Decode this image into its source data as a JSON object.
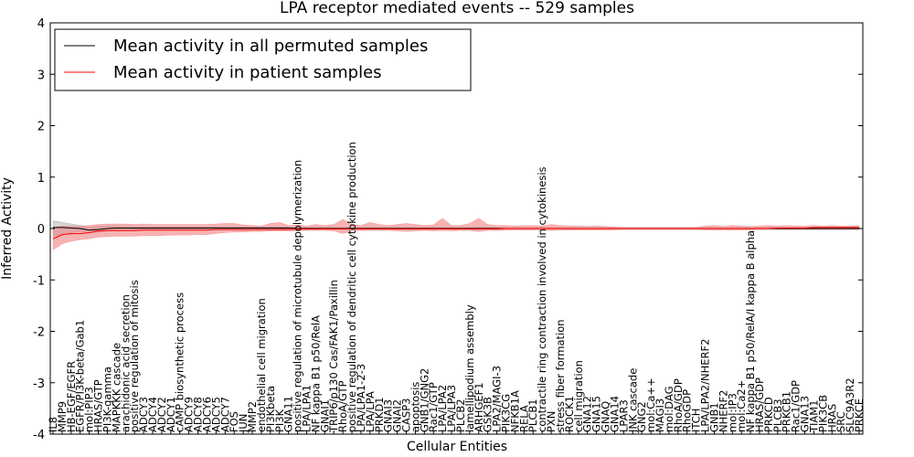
{
  "chart_data": {
    "type": "line",
    "title": "LPA receptor mediated events -- 529 samples",
    "xlabel": "Cellular Entities",
    "ylabel": "Inferred Activity",
    "ylim": [
      -4,
      4
    ],
    "yticks": [
      -4,
      -3,
      -2,
      -1,
      0,
      1,
      2,
      3,
      4
    ],
    "grid": false,
    "legend": {
      "placement": "top-left",
      "entries": [
        {
          "label": "Mean activity in all permuted samples",
          "color": "#000000"
        },
        {
          "label": "Mean activity in patient samples",
          "color": "#ff0000"
        }
      ]
    },
    "colors": {
      "patient": "#ff0000",
      "patient_band": "#f08080",
      "permuted": "#000000",
      "permuted_band": "#bbbbbb"
    },
    "categories": [
      "IL8",
      "MMP9",
      "HB-EGF/EGFR",
      "EGFR/PI3K-beta/Gab1",
      "mol:PIP3",
      "HRAS/GTP",
      "PI3K-gamma",
      "MAPKKK cascade",
      "arachidonic acid secretion",
      "positive regulation of mitosis",
      "ADCY3",
      "ADCY4",
      "ADCY2",
      "ADCY1",
      "cAMP biosynthetic process",
      "ADCY9",
      "ADCY8",
      "ADCY6",
      "ADCY5",
      "ADCY7",
      "FOS",
      "JUN",
      "MMP2",
      "endothelial cell migration",
      "PI3Kbeta",
      "PI3K",
      "GNA11",
      "positive regulation of microtubule depolymerization",
      "LPA/LPA1",
      "NF kappa B1 p50/RelA",
      "GNAI1",
      "TRIP6/p130 Cas/FAK1/Paxillin",
      "RhoA/GTP",
      "positive regulation of dendritic cell cytokine production",
      "LPA/LPA1-2-3",
      "LPA/LPA",
      "PRKD1",
      "GNAI3",
      "GNAI2",
      "CASP3",
      "apoptosis",
      "GNB1/GNG2",
      "Rac1/GTP",
      "LPA/LPA2",
      "LPA/LPA3",
      "PLCB2",
      "lamellipodium assembly",
      "ARHGEF1",
      "GSK3B",
      "LPA2/MAGI-3",
      "PIK3CG",
      "NFKB1A",
      "RELA",
      "PLCB1",
      "contractile ring contraction involved in cytokinesis",
      "PXN",
      "stress fiber formation",
      "ROCK1",
      "cell migration",
      "GNA12",
      "GNA15",
      "GNAQ",
      "GNA14",
      "LPAR3",
      "JNK cascade",
      "GNG2",
      "mol:Ca++",
      "MAGI3",
      "mol:DAG",
      "RhoA/GDP",
      "RhoGDP",
      "ITCH",
      "LPA/LPA2/NHERF2",
      "GNB1",
      "NHERF2",
      "mol:IP3",
      "mol:Ca2+",
      "NF kappa B1 p50/RelA/I kappa B alpha",
      "HRAS/GDP",
      "PRKCD",
      "PLCB3",
      "PRKCB1",
      "Rac1/GDP",
      "GNA13",
      "TIAM1",
      "PIK3CB",
      "HRAS",
      "SRC",
      "SLC9A3R2",
      "PRKCE"
    ],
    "series": [
      {
        "name": "Mean activity in all permuted samples",
        "values": [
          0.02,
          0.02,
          0.01,
          0.0,
          -0.03,
          -0.02,
          0.0,
          0.01,
          0.01,
          0.01,
          0.01,
          0.01,
          0.01,
          0.01,
          0.01,
          0.01,
          0.01,
          0.01,
          0.01,
          0.01,
          0.01,
          0.01,
          0.01,
          0.01,
          0.01,
          0.01,
          0.01,
          0.0,
          0.0,
          0.0,
          0.0,
          0.0,
          0.0,
          0.0,
          0.0,
          0.0,
          0.0,
          0.0,
          0.0,
          0.0,
          0.0,
          0.0,
          0.0,
          0.0,
          0.0,
          0.0,
          0.0,
          0.0,
          0.0,
          0.0,
          0.0,
          0.0,
          0.0,
          0.0,
          0.0,
          0.0,
          0.0,
          0.0,
          0.0,
          0.0,
          0.0,
          0.0,
          0.0,
          0.0,
          0.0,
          0.0,
          0.0,
          0.0,
          0.0,
          0.0,
          0.0,
          0.0,
          0.0,
          0.0,
          0.0,
          0.0,
          0.0,
          0.0,
          0.0,
          0.0,
          0.0,
          0.0,
          0.0,
          0.0,
          0.0,
          0.0,
          0.0,
          0.0,
          0.0,
          0.0
        ],
        "lower": [
          -0.15,
          -0.12,
          -0.08,
          -0.06,
          -0.08,
          -0.07,
          -0.05,
          -0.04,
          -0.03,
          -0.03,
          -0.02,
          -0.02,
          -0.02,
          -0.02,
          -0.02,
          -0.02,
          -0.02,
          -0.02,
          -0.02,
          -0.02,
          -0.02,
          -0.02,
          -0.02,
          -0.02,
          -0.02,
          -0.02,
          -0.02,
          -0.02,
          -0.02,
          -0.02,
          -0.02,
          -0.02,
          -0.02,
          -0.02,
          -0.02,
          -0.02,
          -0.02,
          -0.02,
          -0.02,
          -0.02,
          -0.02,
          -0.02,
          -0.02,
          -0.02,
          -0.02,
          -0.02,
          -0.02,
          -0.02,
          -0.02,
          -0.02,
          -0.02,
          -0.02,
          -0.02,
          -0.02,
          -0.02,
          -0.02,
          -0.02,
          -0.02,
          -0.02,
          -0.02,
          -0.02,
          -0.02,
          -0.02,
          -0.02,
          -0.02,
          -0.02,
          -0.02,
          -0.02,
          -0.02,
          -0.02,
          -0.02,
          -0.02,
          -0.02,
          -0.02,
          -0.02,
          -0.02,
          -0.02,
          -0.02,
          -0.02,
          -0.02,
          -0.02,
          -0.02,
          -0.02,
          -0.02,
          -0.02,
          -0.02,
          -0.02,
          -0.02,
          -0.02,
          -0.02
        ],
        "upper": [
          0.15,
          0.12,
          0.09,
          0.06,
          0.03,
          0.04,
          0.05,
          0.05,
          0.04,
          0.04,
          0.03,
          0.03,
          0.03,
          0.03,
          0.03,
          0.03,
          0.03,
          0.03,
          0.03,
          0.03,
          0.03,
          0.03,
          0.03,
          0.03,
          0.03,
          0.03,
          0.03,
          0.02,
          0.02,
          0.02,
          0.02,
          0.02,
          0.02,
          0.02,
          0.02,
          0.02,
          0.02,
          0.02,
          0.02,
          0.02,
          0.02,
          0.02,
          0.02,
          0.02,
          0.02,
          0.02,
          0.02,
          0.02,
          0.02,
          0.02,
          0.02,
          0.02,
          0.02,
          0.02,
          0.02,
          0.02,
          0.02,
          0.02,
          0.02,
          0.02,
          0.02,
          0.02,
          0.02,
          0.02,
          0.02,
          0.02,
          0.02,
          0.02,
          0.02,
          0.02,
          0.02,
          0.02,
          0.02,
          0.02,
          0.02,
          0.02,
          0.02,
          0.02,
          0.02,
          0.02,
          0.02,
          0.02,
          0.02,
          0.02,
          0.02,
          0.02,
          0.02,
          0.02,
          0.02,
          0.02
        ]
      },
      {
        "name": "Mean activity in patient samples",
        "values": [
          -0.2,
          -0.12,
          -0.1,
          -0.1,
          -0.08,
          -0.05,
          -0.04,
          -0.04,
          -0.04,
          -0.04,
          -0.03,
          -0.03,
          -0.03,
          -0.03,
          -0.03,
          -0.03,
          -0.03,
          -0.03,
          -0.02,
          -0.02,
          -0.02,
          -0.02,
          -0.02,
          -0.02,
          -0.02,
          -0.02,
          -0.02,
          -0.01,
          -0.01,
          -0.01,
          -0.01,
          -0.01,
          -0.01,
          -0.01,
          -0.01,
          -0.01,
          -0.01,
          -0.01,
          -0.01,
          -0.01,
          -0.01,
          -0.01,
          -0.01,
          -0.01,
          -0.01,
          -0.01,
          -0.01,
          -0.01,
          -0.01,
          -0.01,
          0.0,
          0.0,
          0.0,
          0.0,
          0.0,
          0.0,
          0.0,
          0.0,
          0.0,
          0.0,
          0.0,
          0.0,
          0.0,
          0.0,
          0.0,
          0.0,
          0.0,
          0.0,
          0.0,
          0.0,
          0.0,
          0.0,
          0.0,
          0.0,
          0.0,
          0.0,
          0.0,
          0.0,
          0.0,
          0.0,
          0.01,
          0.01,
          0.01,
          0.01,
          0.02,
          0.02,
          0.02,
          0.02,
          0.02,
          0.02
        ],
        "lower": [
          -0.42,
          -0.3,
          -0.25,
          -0.22,
          -0.2,
          -0.17,
          -0.16,
          -0.15,
          -0.15,
          -0.15,
          -0.14,
          -0.14,
          -0.14,
          -0.13,
          -0.13,
          -0.13,
          -0.12,
          -0.12,
          -0.1,
          -0.08,
          -0.07,
          -0.07,
          -0.06,
          -0.06,
          -0.05,
          -0.05,
          -0.05,
          -0.05,
          -0.04,
          -0.04,
          -0.04,
          -0.05,
          -0.1,
          -0.05,
          -0.04,
          -0.04,
          -0.04,
          -0.04,
          -0.05,
          -0.06,
          -0.05,
          -0.04,
          -0.05,
          -0.04,
          -0.05,
          -0.04,
          -0.04,
          -0.06,
          -0.04,
          -0.04,
          -0.03,
          -0.03,
          -0.03,
          -0.03,
          -0.03,
          -0.04,
          -0.03,
          -0.03,
          -0.03,
          -0.03,
          -0.03,
          -0.03,
          -0.03,
          -0.02,
          -0.02,
          -0.02,
          -0.02,
          -0.02,
          -0.02,
          -0.02,
          -0.02,
          -0.02,
          -0.03,
          -0.03,
          -0.03,
          -0.03,
          -0.03,
          -0.03,
          -0.02,
          -0.02,
          -0.02,
          -0.02,
          -0.02,
          -0.02,
          -0.02,
          -0.02,
          -0.02,
          -0.02,
          -0.02,
          -0.02
        ],
        "upper": [
          0.02,
          0.05,
          0.05,
          0.04,
          0.06,
          0.08,
          0.09,
          0.09,
          0.09,
          0.08,
          0.09,
          0.08,
          0.08,
          0.08,
          0.08,
          0.08,
          0.08,
          0.08,
          0.09,
          0.1,
          0.1,
          0.07,
          0.06,
          0.05,
          0.1,
          0.12,
          0.06,
          0.07,
          0.05,
          0.08,
          0.06,
          0.08,
          0.18,
          0.08,
          0.06,
          0.12,
          0.08,
          0.06,
          0.08,
          0.1,
          0.08,
          0.06,
          0.07,
          0.2,
          0.06,
          0.06,
          0.1,
          0.2,
          0.08,
          0.06,
          0.06,
          0.05,
          0.06,
          0.06,
          0.05,
          0.08,
          0.06,
          0.05,
          0.05,
          0.04,
          0.05,
          0.04,
          0.03,
          0.02,
          0.02,
          0.02,
          0.02,
          0.02,
          0.02,
          0.02,
          0.02,
          0.02,
          0.05,
          0.06,
          0.04,
          0.06,
          0.05,
          0.04,
          0.05,
          0.06,
          0.05,
          0.06,
          0.05,
          0.05,
          0.06,
          0.05,
          0.06,
          0.05,
          0.05,
          0.06
        ]
      }
    ]
  }
}
